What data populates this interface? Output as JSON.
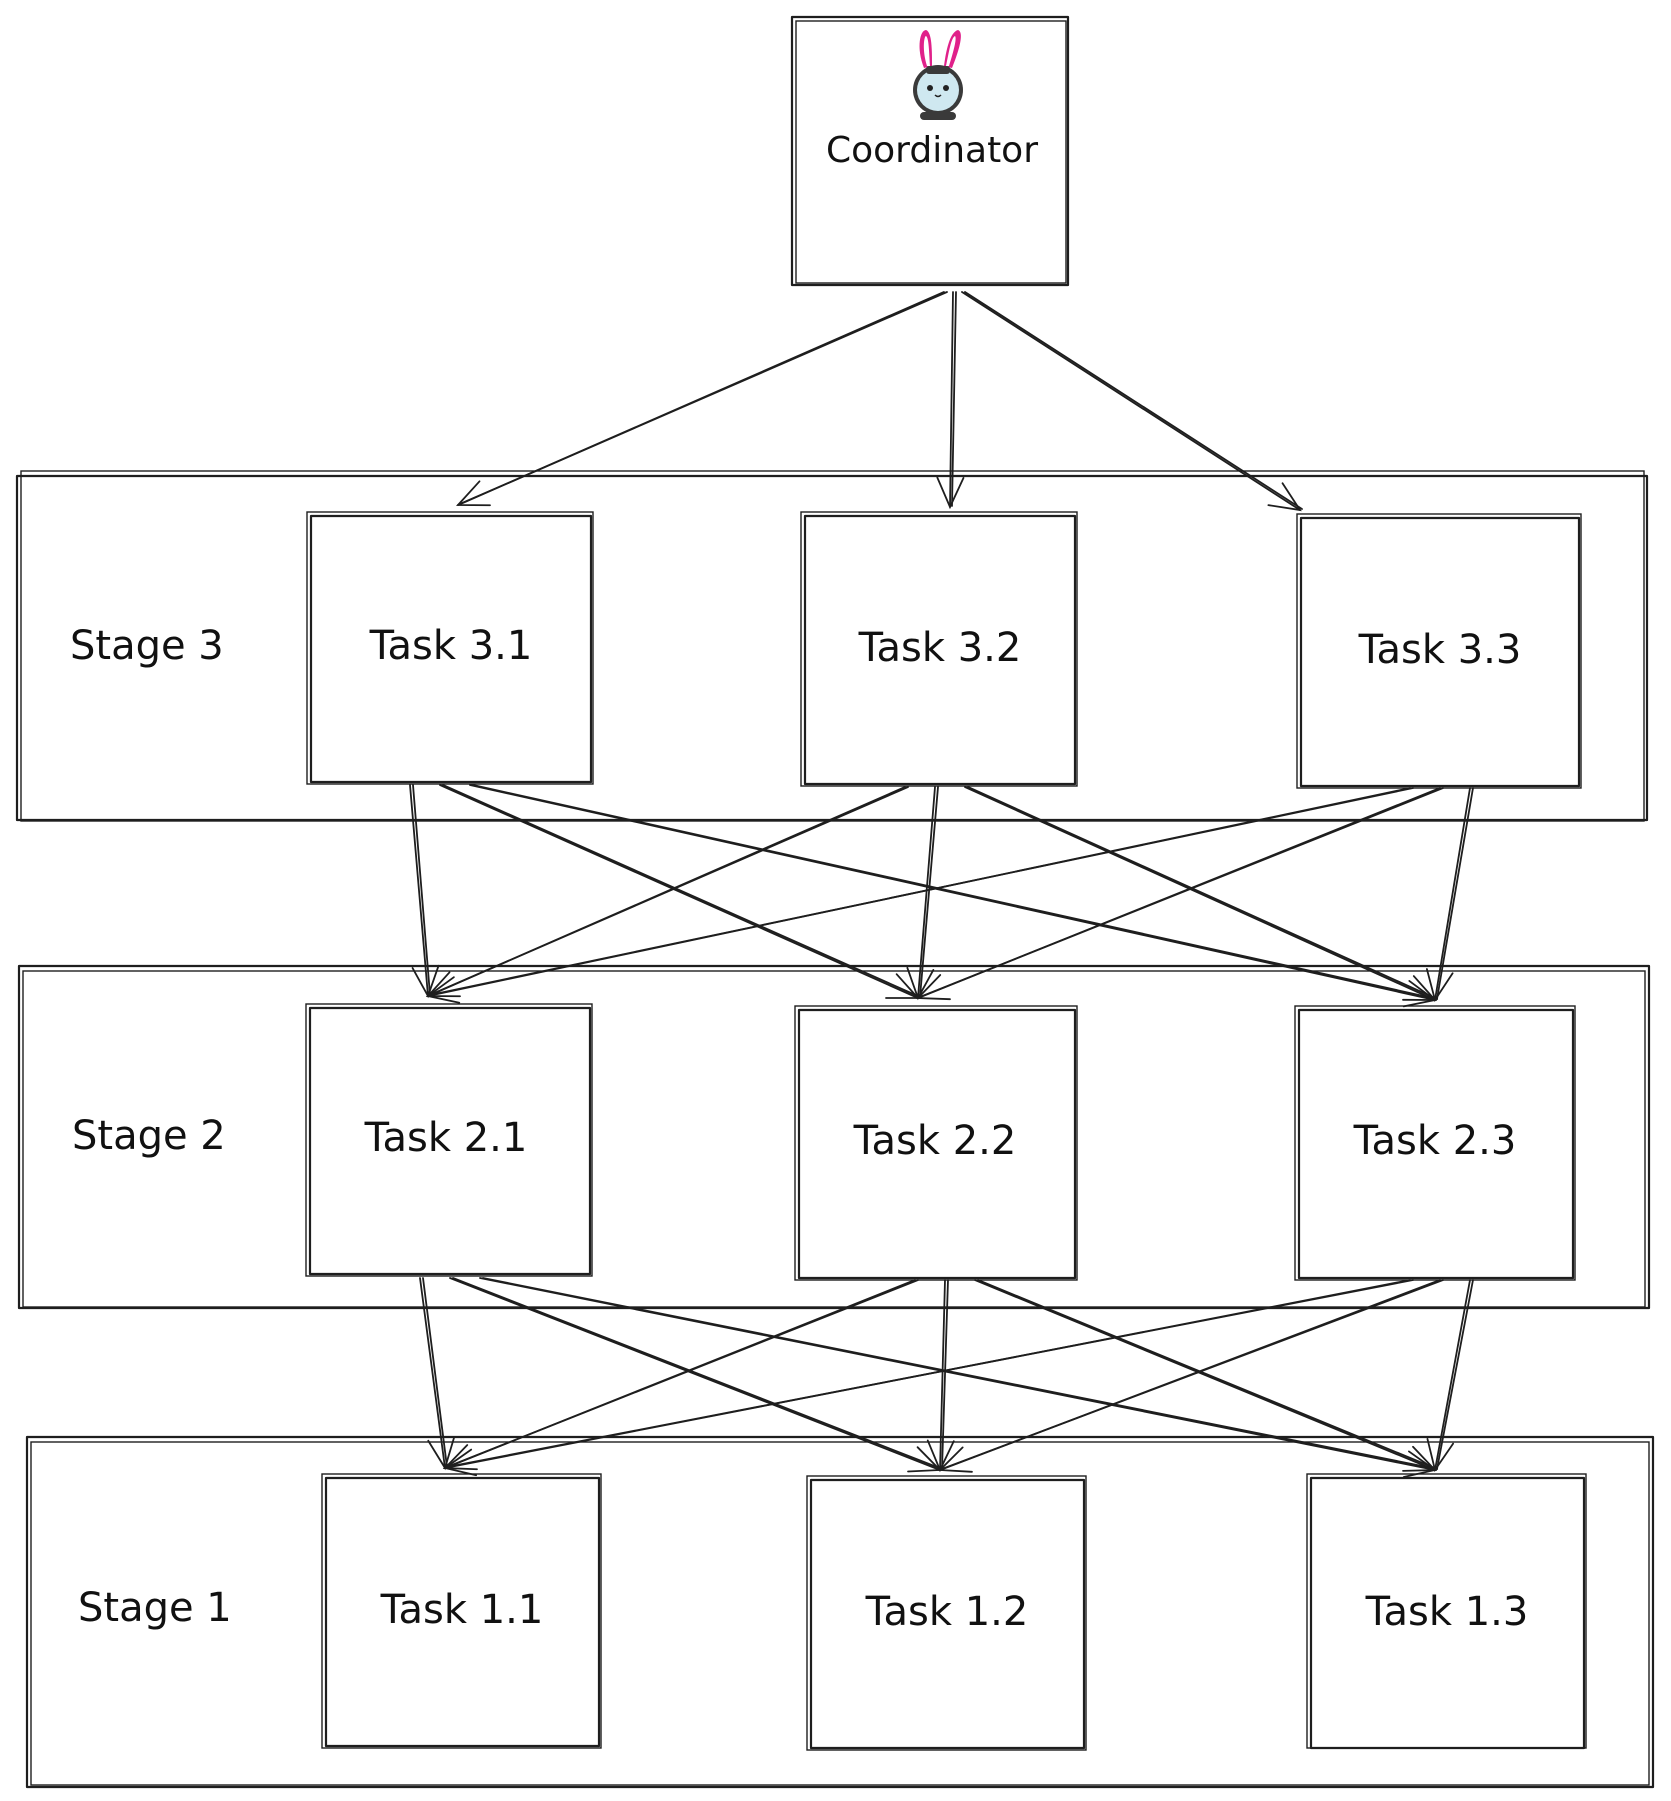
{
  "diagram": {
    "coordinator": {
      "label": "Coordinator",
      "icon": "bunny-astronaut-icon"
    },
    "stages": [
      {
        "label": "Stage 3",
        "tasks": [
          "Task 3.1",
          "Task 3.2",
          "Task 3.3"
        ]
      },
      {
        "label": "Stage 2",
        "tasks": [
          "Task 2.1",
          "Task 2.2",
          "Task 2.3"
        ]
      },
      {
        "label": "Stage 1",
        "tasks": [
          "Task 1.1",
          "Task 1.2",
          "Task 1.3"
        ]
      }
    ],
    "edges": [
      [
        "coordinator",
        "Task 3.1"
      ],
      [
        "coordinator",
        "Task 3.2"
      ],
      [
        "coordinator",
        "Task 3.3"
      ],
      [
        "Task 3.1",
        "Task 2.1"
      ],
      [
        "Task 3.1",
        "Task 2.2"
      ],
      [
        "Task 3.1",
        "Task 2.3"
      ],
      [
        "Task 3.2",
        "Task 2.1"
      ],
      [
        "Task 3.2",
        "Task 2.2"
      ],
      [
        "Task 3.2",
        "Task 2.3"
      ],
      [
        "Task 3.3",
        "Task 2.1"
      ],
      [
        "Task 3.3",
        "Task 2.2"
      ],
      [
        "Task 3.3",
        "Task 2.3"
      ],
      [
        "Task 2.1",
        "Task 1.1"
      ],
      [
        "Task 2.1",
        "Task 1.2"
      ],
      [
        "Task 2.1",
        "Task 1.3"
      ],
      [
        "Task 2.2",
        "Task 1.1"
      ],
      [
        "Task 2.2",
        "Task 1.2"
      ],
      [
        "Task 2.2",
        "Task 1.3"
      ],
      [
        "Task 2.3",
        "Task 1.1"
      ],
      [
        "Task 2.3",
        "Task 1.2"
      ],
      [
        "Task 2.3",
        "Task 1.3"
      ]
    ],
    "colors": {
      "stroke": "#1e1e1e",
      "background": "#ffffff",
      "bunny_ears": "#e0218a",
      "bunny_face": "#cfe8f0"
    }
  }
}
